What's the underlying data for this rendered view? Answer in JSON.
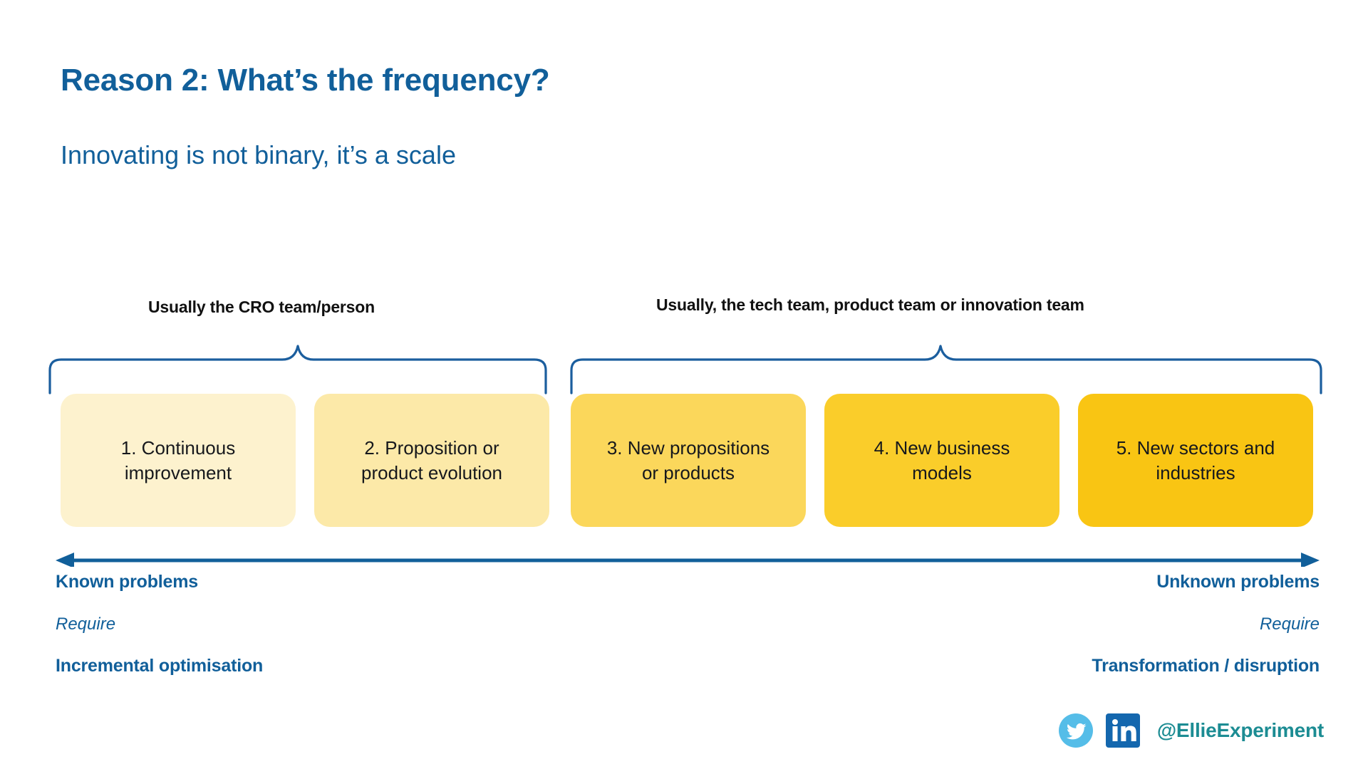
{
  "slide": {
    "title": "Reason 2: What’s the frequency?",
    "subtitle": "Innovating is not binary, it’s a scale",
    "background": "#FFFFFF",
    "brand_blue": "#115F9A",
    "bracket_blue": "#1B5E9E",
    "teal": "#1C8C93"
  },
  "groups": [
    {
      "label": "Usually the CRO team/person",
      "covers": "cards 1-2"
    },
    {
      "label": "Usually, the tech team, product team or innovation team",
      "covers": "cards 3-5"
    }
  ],
  "scale": {
    "cards": [
      {
        "line1": "1. Continuous",
        "line2": "improvement",
        "color": "#FDF2CE"
      },
      {
        "line1": "2. Proposition or",
        "line2": "product evolution",
        "color": "#FCE9A8"
      },
      {
        "line1": "3. New propositions",
        "line2": "or products",
        "color": "#FBD75B"
      },
      {
        "line1": "4. New business",
        "line2": "models",
        "color": "#FACD2A"
      },
      {
        "line1": "5. New sectors and",
        "line2": "industries",
        "color": "#F9C513"
      }
    ]
  },
  "axis": {
    "left_arrow": "left-arrowhead",
    "right_arrow": "right-arrowhead",
    "color": "#115F9A"
  },
  "ends": {
    "left": {
      "headline": "Known problems",
      "connector": "Require",
      "outcome": "Incremental optimisation"
    },
    "right": {
      "headline": "Unknown problems",
      "connector": "Require",
      "outcome": "Transformation / disruption"
    }
  },
  "social": {
    "twitter_icon": "twitter-bird-icon",
    "linkedin_icon": "linkedin-icon",
    "handle": "@EllieExperiment",
    "twitter_color": "#55BDE8",
    "linkedin_color": "#1467AE"
  }
}
